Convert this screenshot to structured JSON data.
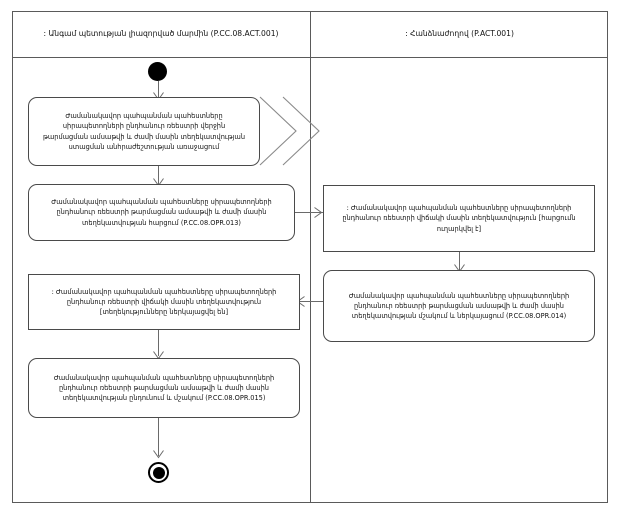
{
  "diagram": {
    "type": "uml-activity-diagram",
    "lanes": [
      {
        "id": "lane-left",
        "title": ": Անգամ պետության լիազորված մարմին (P.CC.08.ACT.001)"
      },
      {
        "id": "lane-right",
        "title": ": Հանձնաժողով (P.ACT.001)"
      }
    ],
    "nodes": [
      {
        "id": "start",
        "kind": "initial-node",
        "lane": "lane-left",
        "label": ""
      },
      {
        "id": "n1",
        "kind": "action-flagged",
        "lane": "lane-left",
        "label": "Ժամանակավոր պահպանման պահեստները սիրապետողների ընդհանուր ռեեստրի վերջին թարմացման ամսաթվի և ժամի մասին տեղեկատվության ստացման անհրաժեշտության առաջացում"
      },
      {
        "id": "n2",
        "kind": "action",
        "lane": "lane-left",
        "label": "Ժամանակավոր պահպանման պահեստները սիրապետողների ընդհանուր ռեեստրի թարմացման ամսաթվի և ժամի մասին տեղեկատվության հարցում (P.CC.08.OPR.013)"
      },
      {
        "id": "n3",
        "kind": "object-node",
        "lane": "lane-right",
        "label": ": Ժամանակավոր պահպանման պահեստները սիրապետողների ընդհանուր ռեեստրի վիճակի մասին տեղեկատվություն [հարցումն ուղարկվել է]"
      },
      {
        "id": "n4",
        "kind": "action",
        "lane": "lane-right",
        "label": "Ժամանակավոր պահպանման պահեստները սիրապետողների ընդհանուր ռեեստրի թարմացման ամսաթվի և ժամի մասին տեղեկատվության մշակում և ներկայացում (P.CC.08.OPR.014)"
      },
      {
        "id": "n5",
        "kind": "object-node",
        "lane": "lane-left",
        "label": ": Ժամանակավոր պահպանման պահեստները սիրապետողների ընդհանուր ռեեստրի վիճակի մասին տեղեկատվություն [տեղեկությունները ներկայացվել են]"
      },
      {
        "id": "n6",
        "kind": "action",
        "lane": "lane-left",
        "label": "Ժամանակավոր պահպանման պահեստները սիրապետողների ընդհանուր ռեեստրի թարմացման ամսաթվի և ժամի մասին տեղեկատվության ընդունում և մշակում (P.CC.08.OPR.015)"
      },
      {
        "id": "end",
        "kind": "final-node",
        "lane": "lane-left",
        "label": ""
      }
    ],
    "colors": {
      "stroke": "#4a4a4a",
      "lane_stroke": "#5a5a5a",
      "edge": "#6a6a6a",
      "marker": "#000000",
      "background": "#ffffff",
      "text": "#111111"
    }
  }
}
